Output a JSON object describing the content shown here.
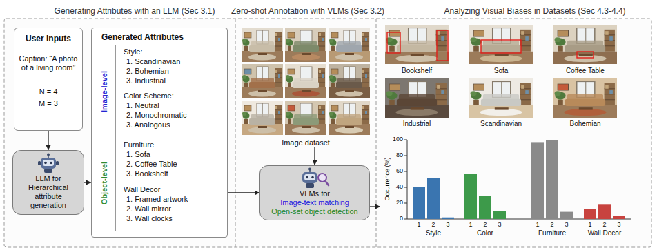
{
  "diagram": {
    "nodes": [
      {
        "text": [
          "User Inputs",
          "Caption: “A photo of a living room”",
          "N = 4",
          "M = 3"
        ]
      },
      {
        "text": [
          "LLM for Hierarchical attribute generation"
        ]
      },
      {
        "text": [
          "Generated Attributes",
          "Image-level",
          "Style:",
          "1. Scandinavian",
          "2. Bohemian",
          "3. Industrial",
          "Color Scheme:",
          "1. Neutral",
          "2. Monochromatic",
          "3. Analogous",
          "Object-level",
          "Furniture",
          "1. Sofa",
          "2. Coffee Table",
          "3. Bookshelf",
          "Wall Decor",
          "1. Framed artwork",
          "2. Wall mirror",
          "3. Wall clocks"
        ]
      },
      {
        "text": [
          "Image dataset"
        ]
      },
      {
        "text": [
          "VLMs for",
          "Image-text matching",
          "Open-set object detection"
        ]
      }
    ],
    "edges": [
      {
        "from": 0,
        "to": 1,
        "arrow": "to"
      },
      {
        "from": 1,
        "to": 2,
        "arrow": "to"
      },
      {
        "from": 2,
        "to": 4,
        "arrow": "to"
      },
      {
        "from": 3,
        "to": 4,
        "arrow": "to"
      }
    ],
    "labels": [
      "Generating Attributes with an LLM (Sec 3.1)",
      "Zero-shot Annotation with VLMs (Sec 3.2)",
      "Analyzing Visual Biases in Datasets (Sec 4.3-4.4)",
      "Bookshelf",
      "Sofa",
      "Coffee Table",
      "Industrial",
      "Scandinavian",
      "Bohemian",
      "Occurrence (%)",
      "0",
      "20",
      "40",
      "60",
      "80",
      "100",
      "1",
      "2",
      "3",
      "1",
      "2",
      "3",
      "1",
      "2",
      "3",
      "1",
      "2",
      "3",
      "Style",
      "Color",
      "Furniture",
      "Wall Decor"
    ]
  }
}
